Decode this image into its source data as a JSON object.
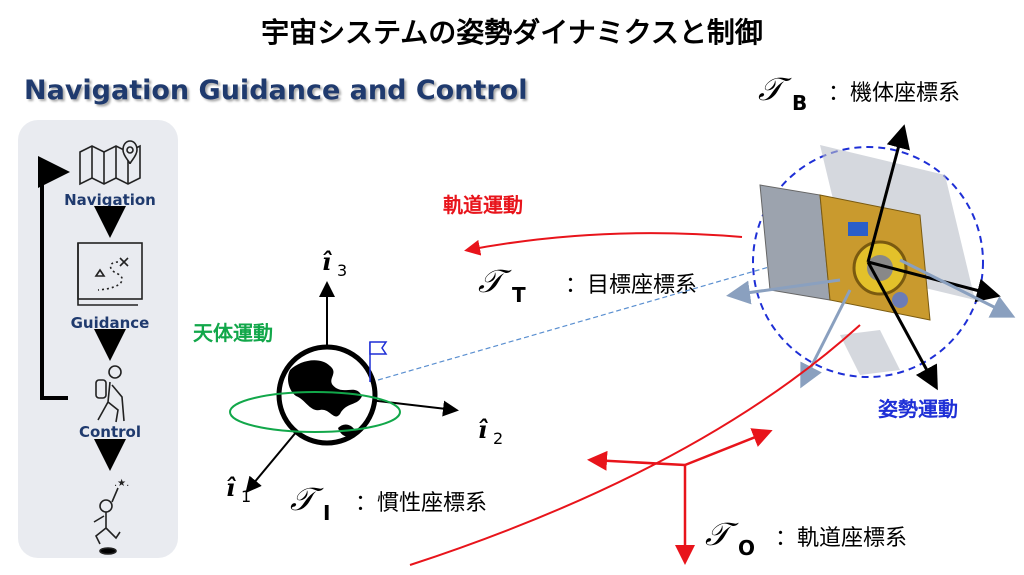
{
  "title": "宇宙システムの姿勢ダイナミクスと制御",
  "subtitle": "Navigation Guidance and Control",
  "gnc_panel": {
    "steps": [
      "Navigation",
      "Guidance",
      "Control"
    ]
  },
  "labels": {
    "orbital_motion": "軌道運動",
    "celestial_motion": "天体運動",
    "attitude_motion": "姿勢運動"
  },
  "frames": {
    "body": {
      "symbol": "𝒯",
      "sub": "B",
      "desc": "：機体座標系"
    },
    "target": {
      "symbol": "𝒯",
      "sub": "T",
      "desc": "：目標座標系"
    },
    "inertial": {
      "symbol": "𝒯",
      "sub": "I",
      "desc": "：慣性座標系"
    },
    "orbit": {
      "symbol": "𝒯",
      "sub": "O",
      "desc": "：軌道座標系"
    }
  },
  "axes": {
    "i1": {
      "hat": "î",
      "sub": "1"
    },
    "i2": {
      "hat": "î",
      "sub": "2"
    },
    "i3": {
      "hat": "î",
      "sub": "3"
    }
  },
  "colors": {
    "navy": "#1f3a6e",
    "red": "#e8141b",
    "green": "#12a74a",
    "blue": "#1e2fd6",
    "panel": "#e9ebf0"
  }
}
